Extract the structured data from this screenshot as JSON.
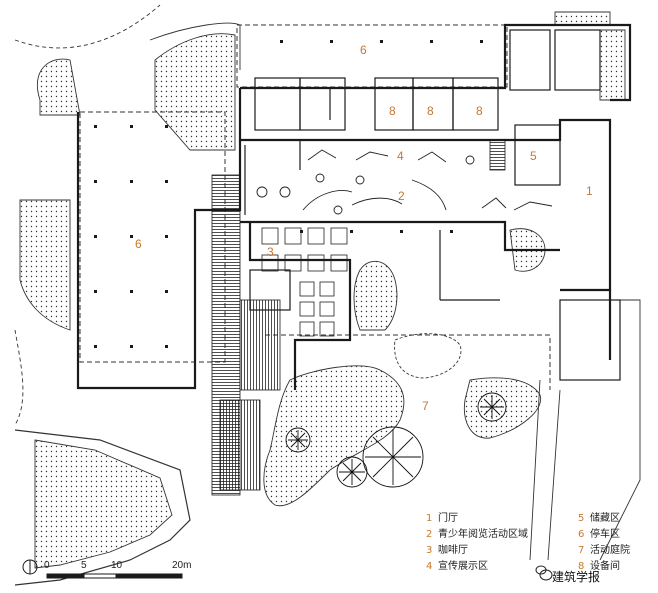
{
  "plan": {
    "room_numbers": [
      {
        "id": "n6-top",
        "text": "6"
      },
      {
        "id": "n8-a",
        "text": "8"
      },
      {
        "id": "n8-b",
        "text": "8"
      },
      {
        "id": "n8-c",
        "text": "8"
      },
      {
        "id": "n4",
        "text": "4"
      },
      {
        "id": "n5",
        "text": "5"
      },
      {
        "id": "n2",
        "text": "2"
      },
      {
        "id": "n1",
        "text": "1"
      },
      {
        "id": "n6-left",
        "text": "6"
      },
      {
        "id": "n3",
        "text": "3"
      },
      {
        "id": "n7",
        "text": "7"
      }
    ]
  },
  "legend": [
    {
      "num": "1",
      "label": "门厅"
    },
    {
      "num": "2",
      "label": "青少年阅览活动区域"
    },
    {
      "num": "3",
      "label": "咖啡厅"
    },
    {
      "num": "4",
      "label": "宣传展示区"
    },
    {
      "num": "5",
      "label": "储藏区"
    },
    {
      "num": "6",
      "label": "停车区"
    },
    {
      "num": "7",
      "label": "活动庭院"
    },
    {
      "num": "8",
      "label": "设备间"
    }
  ],
  "scale": {
    "ticks": [
      "0",
      "5",
      "10",
      "20m"
    ]
  },
  "watermark": {
    "text": "建筑学报"
  },
  "colors": {
    "label": "#c8782d",
    "line": "#1a1a1a"
  }
}
